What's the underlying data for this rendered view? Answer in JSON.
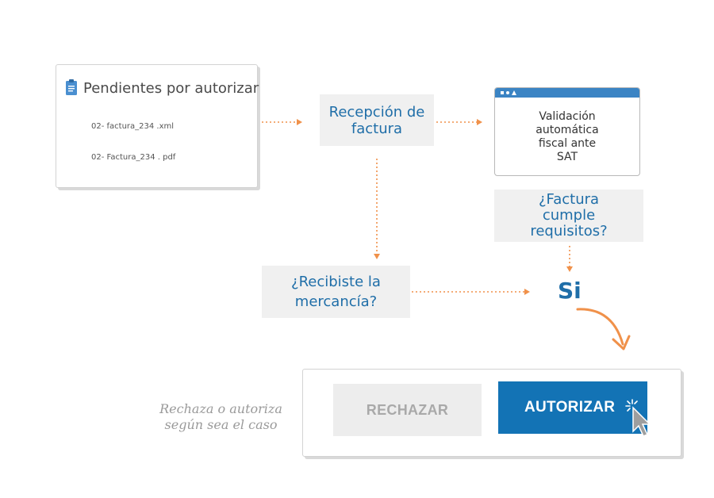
{
  "pending": {
    "title": "Pendientes por autorizar",
    "files": [
      "02- factura_234 .xml",
      "02- Factura_234 . pdf"
    ]
  },
  "reception": {
    "label": "Recepción de factura"
  },
  "validation": {
    "text": "Validación automática fiscal ante SAT"
  },
  "question_invoice": {
    "label": "¿Factura cumple requisitos?"
  },
  "question_goods": {
    "label": "¿Recibiste la mercancía?"
  },
  "yes": {
    "label": "Si"
  },
  "actions": {
    "reject_label": "RECHAZAR",
    "authorize_label": "AUTORIZAR",
    "hint": "Rechaza o autoriza según sea el caso"
  },
  "colors": {
    "accent_blue": "#1373b5",
    "text_blue": "#1f6ea8",
    "connector_orange": "#f0914a",
    "box_gray": "#f0f0f0"
  }
}
